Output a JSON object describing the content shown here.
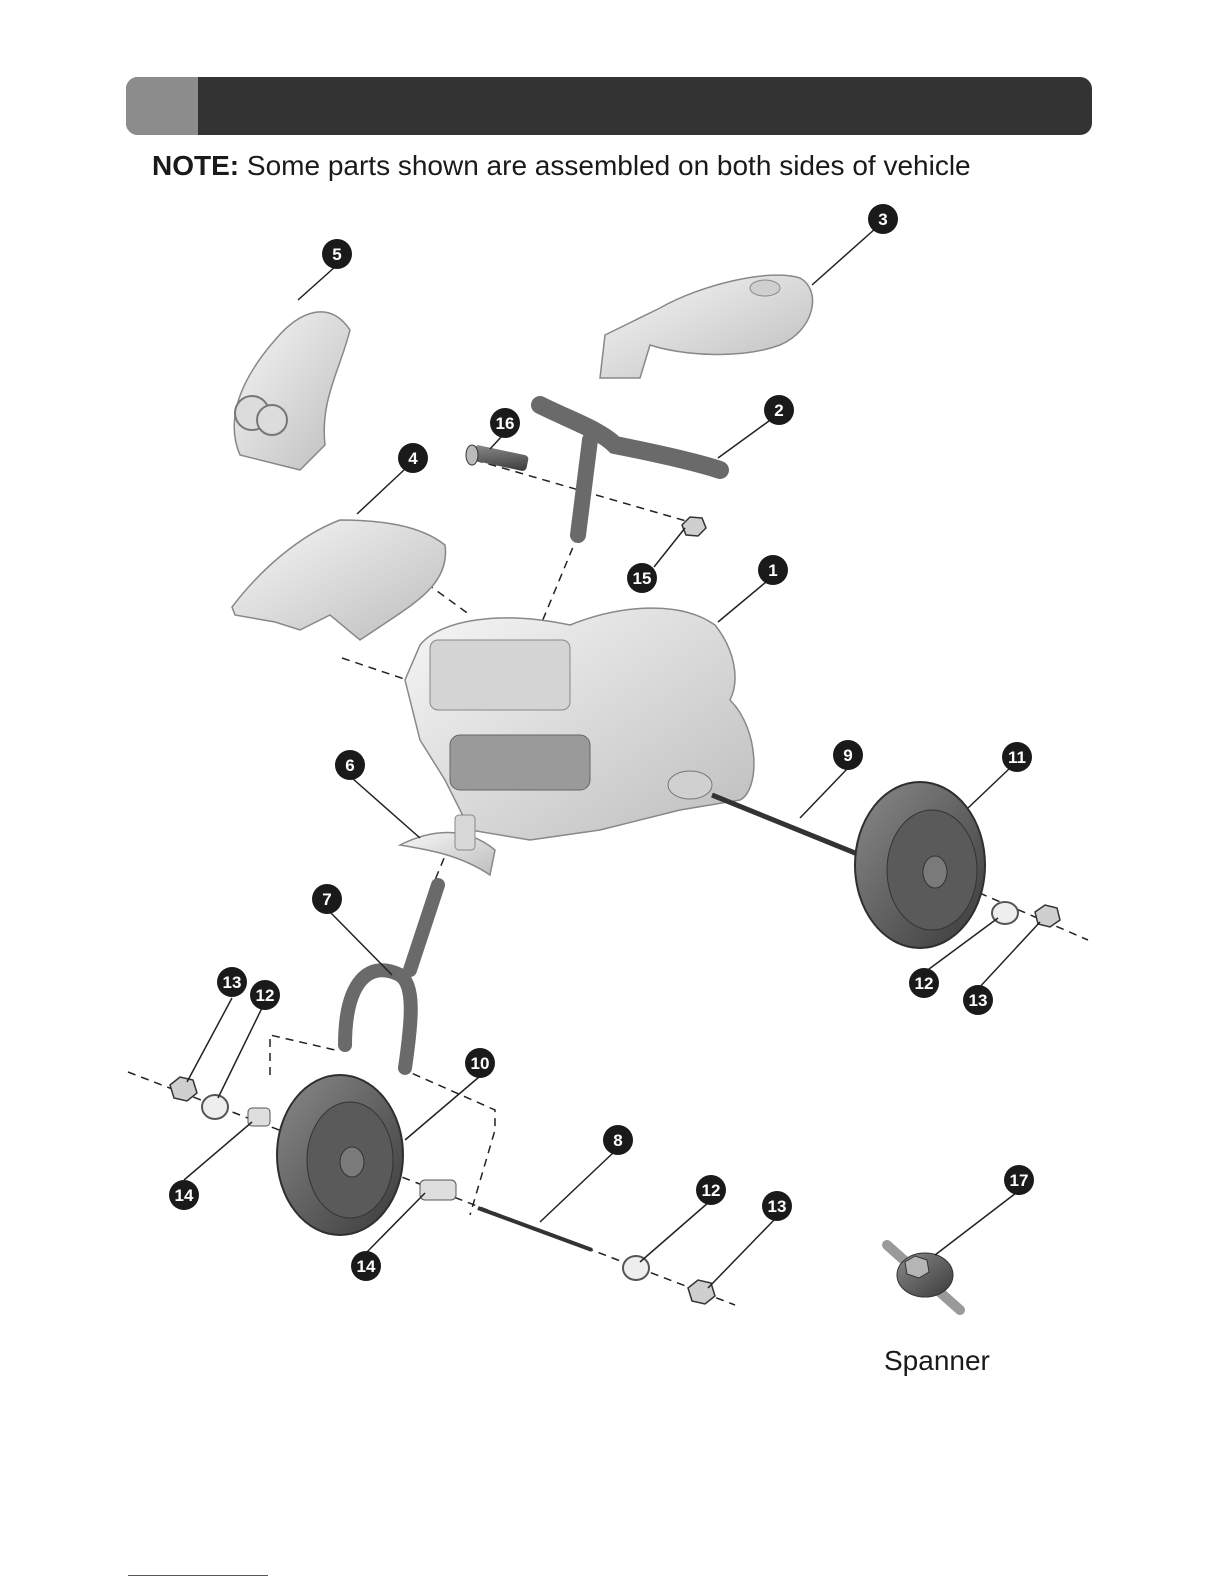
{
  "note": {
    "label": "NOTE:",
    "text": "Some parts shown are assembled on both sides of vehicle"
  },
  "spanner_label": "Spanner",
  "callouts": [
    {
      "id": "1"
    },
    {
      "id": "2"
    },
    {
      "id": "3"
    },
    {
      "id": "4"
    },
    {
      "id": "5"
    },
    {
      "id": "6"
    },
    {
      "id": "7"
    },
    {
      "id": "8"
    },
    {
      "id": "9"
    },
    {
      "id": "10"
    },
    {
      "id": "11"
    },
    {
      "id": "12"
    },
    {
      "id": "12"
    },
    {
      "id": "12"
    },
    {
      "id": "13"
    },
    {
      "id": "13"
    },
    {
      "id": "13"
    },
    {
      "id": "14"
    },
    {
      "id": "14"
    },
    {
      "id": "15"
    },
    {
      "id": "16"
    },
    {
      "id": "17"
    }
  ],
  "colors": {
    "header_bar": "#333333",
    "header_tab": "#8c8c8c",
    "callout": "#1a1a1a",
    "part_light": "#e6e6e6",
    "part_dark": "#4a4a4a"
  }
}
